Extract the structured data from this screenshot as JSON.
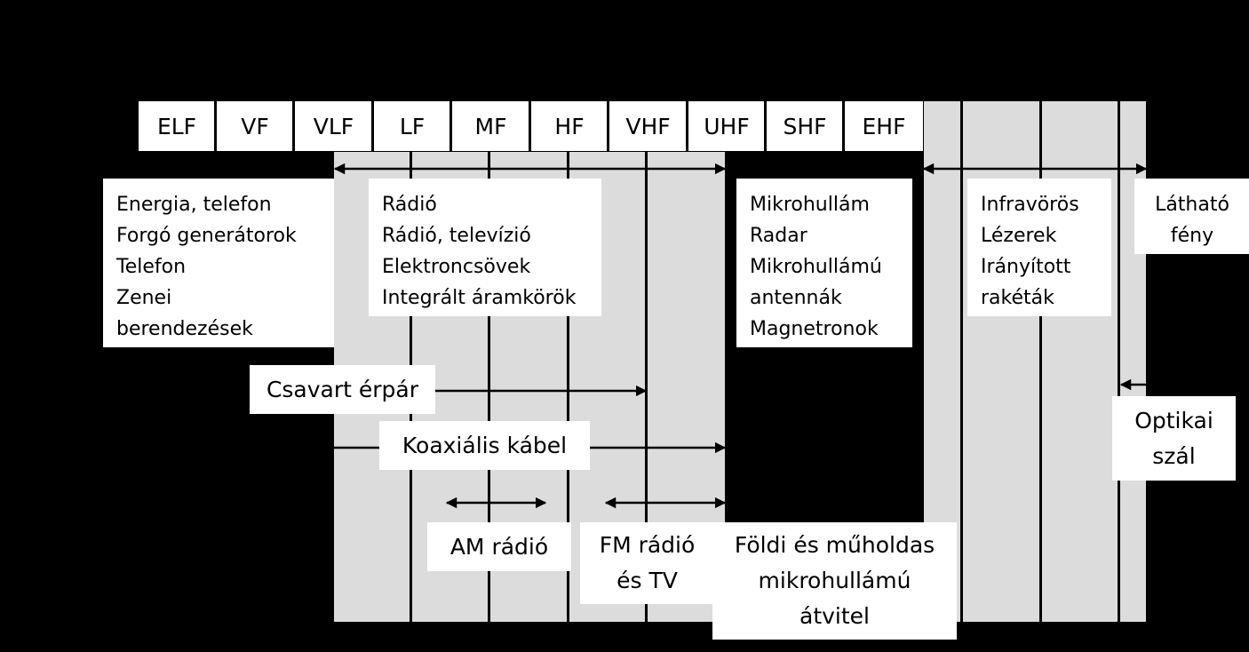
{
  "bands": [
    "ELF",
    "VF",
    "VLF",
    "LF",
    "MF",
    "HF",
    "VHF",
    "UHF",
    "SHF",
    "EHF"
  ],
  "applications": {
    "low": [
      "Energia, telefon",
      "Forgó generátorok",
      "Telefon",
      "Zenei",
      "berendezések"
    ],
    "radio": [
      "Rádió",
      "Rádió, televízió",
      "Elektroncsövek",
      "Integrált áramkörök"
    ],
    "microwave": [
      "Mikrohullám",
      "Radar",
      "Mikrohullámú",
      "antennák",
      "Magnetronok"
    ],
    "infrared": [
      "Infravörös",
      "Lézerek",
      "Irányított",
      "rakéták"
    ],
    "visible": [
      "Látható",
      "fény"
    ]
  },
  "media": {
    "twisted_pair": "Csavart érpár",
    "coaxial": "Koaxiális kábel",
    "am_radio": "AM rádió",
    "fm_tv": [
      "FM rádió",
      "és TV"
    ],
    "microwave_tx": [
      "Földi és műholdas",
      "mikrohullámú",
      "átvitel"
    ],
    "optical_fiber": [
      "Optikai",
      "szál"
    ]
  },
  "colors": {
    "background": "#000000",
    "band_fill": "#dcdcdc",
    "box": "#ffffff"
  }
}
